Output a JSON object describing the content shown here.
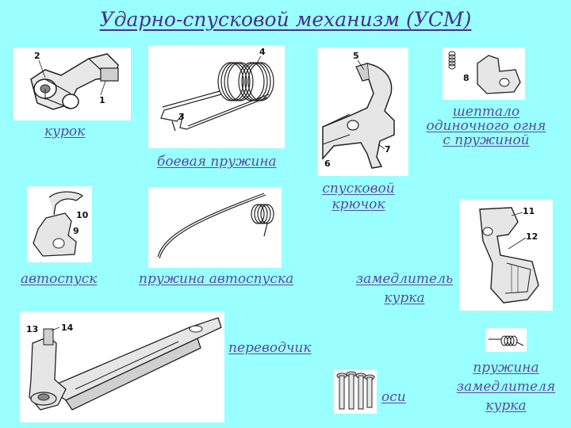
{
  "title": "Ударно-спусковой механизм (УСМ)",
  "labels": {
    "kurok": "курок",
    "boevaya": "боевая пружина",
    "sheptalo": [
      "шептало",
      "одиночного огня",
      "с пружиной"
    ],
    "spuskovoy": [
      "спусковой",
      "крючок"
    ],
    "avtospusk": "автоспуск",
    "pruzhina_avto": "пружина автоспуска",
    "zamedlitel": [
      "замедлитель",
      "курка"
    ],
    "perevodchik": "переводчик",
    "osi": "оси",
    "pruzhina_zamed": [
      "пружина",
      "замедлителя",
      "курка"
    ]
  },
  "callouts": {
    "kurok": [
      "2",
      "1"
    ],
    "boevaya": [
      "4",
      "3"
    ],
    "spuskovoy": [
      "5",
      "6",
      "7"
    ],
    "sheptalo": [
      "8"
    ],
    "avtospusk": [
      "10",
      "9"
    ],
    "zamedlitel": [
      "11",
      "12"
    ],
    "perevodchik": [
      "13",
      "14"
    ]
  },
  "colors": {
    "background": "#99ffff",
    "title": "#4a2f8f",
    "label": "#5a4aa0"
  }
}
